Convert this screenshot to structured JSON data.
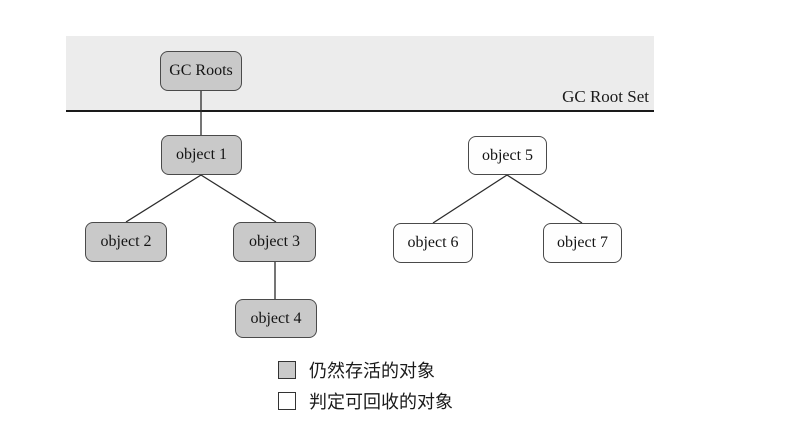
{
  "banner": {
    "label": "GC Root Set"
  },
  "nodes": {
    "gc_roots": {
      "label": "GC Roots",
      "fill": "gray"
    },
    "object_1": {
      "label": "object 1",
      "fill": "gray"
    },
    "object_2": {
      "label": "object 2",
      "fill": "gray"
    },
    "object_3": {
      "label": "object 3",
      "fill": "gray"
    },
    "object_4": {
      "label": "object 4",
      "fill": "gray"
    },
    "object_5": {
      "label": "object 5",
      "fill": "white"
    },
    "object_6": {
      "label": "object 6",
      "fill": "white"
    },
    "object_7": {
      "label": "object 7",
      "fill": "white"
    }
  },
  "edges": [
    {
      "from": "gc_roots",
      "to": "object_1"
    },
    {
      "from": "object_1",
      "to": "object_2"
    },
    {
      "from": "object_1",
      "to": "object_3"
    },
    {
      "from": "object_3",
      "to": "object_4"
    },
    {
      "from": "object_5",
      "to": "object_6"
    },
    {
      "from": "object_5",
      "to": "object_7"
    }
  ],
  "legend": {
    "items": [
      {
        "swatch": "gray",
        "label": "仍然存活的对象"
      },
      {
        "swatch": "white",
        "label": "判定可回收的对象"
      }
    ]
  },
  "colors": {
    "banner_bg": "#ececec",
    "alive_fill": "#c9c9c9",
    "reclaimable_fill": "#ffffff",
    "node_border": "#4a4a4a",
    "edge_line": "#2b2b2b",
    "root_set_line": "#1a1a1a"
  }
}
